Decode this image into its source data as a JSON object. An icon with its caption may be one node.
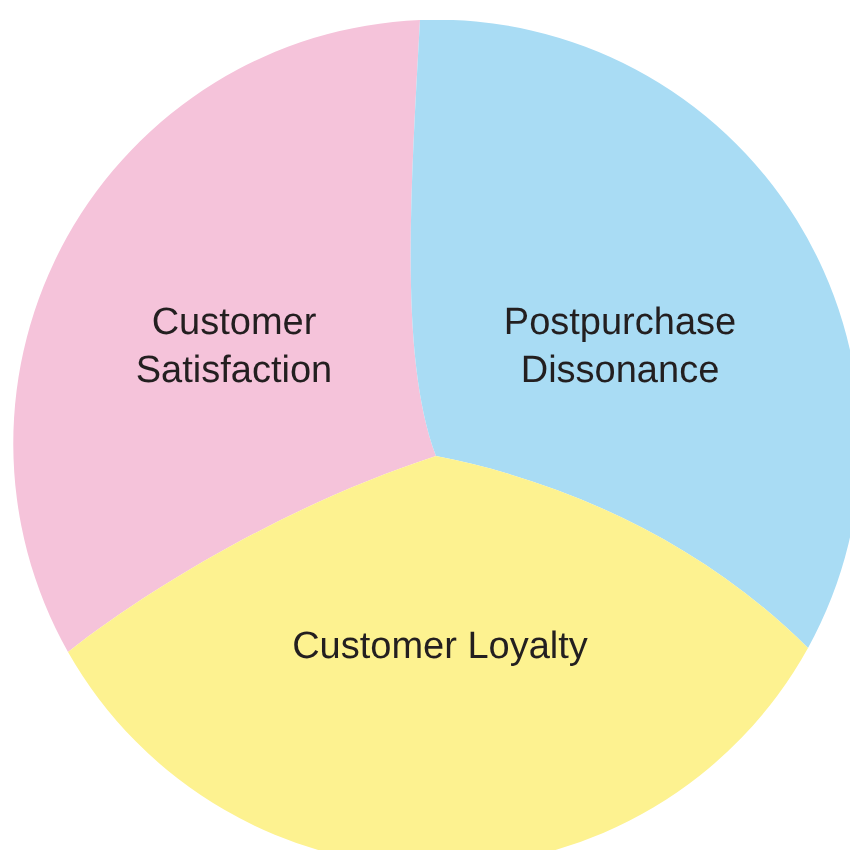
{
  "diagram": {
    "nodes": [
      {
        "text": [
          "Customer Satisfaction"
        ]
      },
      {
        "text": [
          "Postpurchase Dissonance"
        ]
      },
      {
        "text": [
          "Customer Loyalty"
        ]
      }
    ]
  }
}
